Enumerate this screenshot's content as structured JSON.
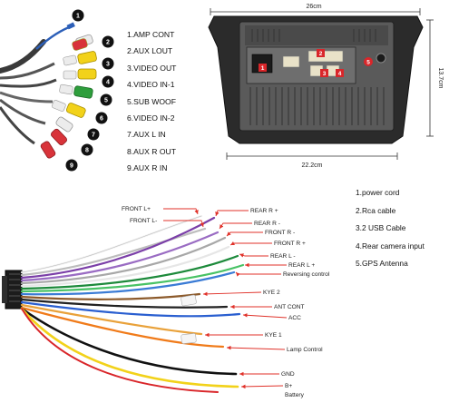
{
  "rca_callouts": [
    "1",
    "2",
    "3",
    "4",
    "5",
    "6",
    "7",
    "8",
    "9"
  ],
  "rca_list": [
    "1.AMP CONT",
    "2.AUX LOUT",
    "3.VIDEO OUT",
    "4.VIDEO IN-1",
    "5.SUB WOOF",
    "6.VIDEO IN-2",
    "7.AUX L IN",
    "8.AUX R OUT",
    "9.AUX R IN"
  ],
  "unit": {
    "width_label": "26cm",
    "height_label": "13.7cm",
    "bottom_label": "22.2cm",
    "port_callouts": [
      "1",
      "2",
      "3",
      "4",
      "5"
    ]
  },
  "port_list": [
    "1.power cord",
    "2.Rca cable",
    "3.2 USB Cable",
    "4.Rear camera input",
    "5.GPS Antenna"
  ],
  "harness_labels": [
    "FRONT L+",
    "FRONT L-",
    "REAR R +",
    "REAR R -",
    "FRONT R -",
    "FRONT R +",
    "REAR L -",
    "REAR L +",
    "Reversing control",
    "KYE 2",
    "ANT CONT",
    "ACC",
    "KYE 1",
    "Lamp Control",
    "GND",
    "B+",
    "Battery"
  ],
  "colors": {
    "callout_fill": "#111111",
    "callout_text": "#ffffff",
    "leader_red": "#e0322a",
    "dimension_line": "#333333",
    "unit_body": "#2b2b2b",
    "port_badge": "#d9262a"
  }
}
